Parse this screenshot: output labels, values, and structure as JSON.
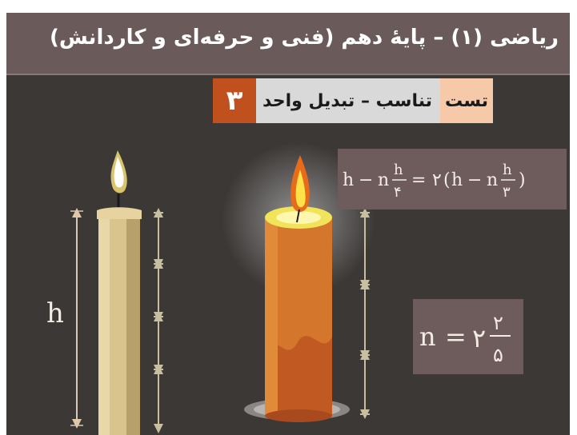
{
  "header": {
    "title": "ریاضی (۱) – پایهٔ دهم (فنی و حرفه‌ای و کاردانش)"
  },
  "topic": {
    "number": "۳",
    "tag": "تست",
    "title": "تناسب – تبدیل واحد"
  },
  "figure": {
    "height_label": "h",
    "equation": {
      "lhs_var": "h",
      "minus": "−",
      "n": "n",
      "frac1_num": "h",
      "frac1_den": "۴",
      "equals": "=",
      "coef": "۲",
      "open": "(",
      "frac2_num": "h",
      "frac2_den": "۳",
      "close": ")"
    },
    "answer": {
      "n": "n",
      "equals": "=",
      "whole": "۲",
      "num": "۲",
      "den": "۵"
    }
  },
  "colors": {
    "background": "#3b3836",
    "header": "#6b5a5a",
    "accent": "#c0501e",
    "tag": "#f6c9a8",
    "formula_box": "#6e5c5c"
  }
}
